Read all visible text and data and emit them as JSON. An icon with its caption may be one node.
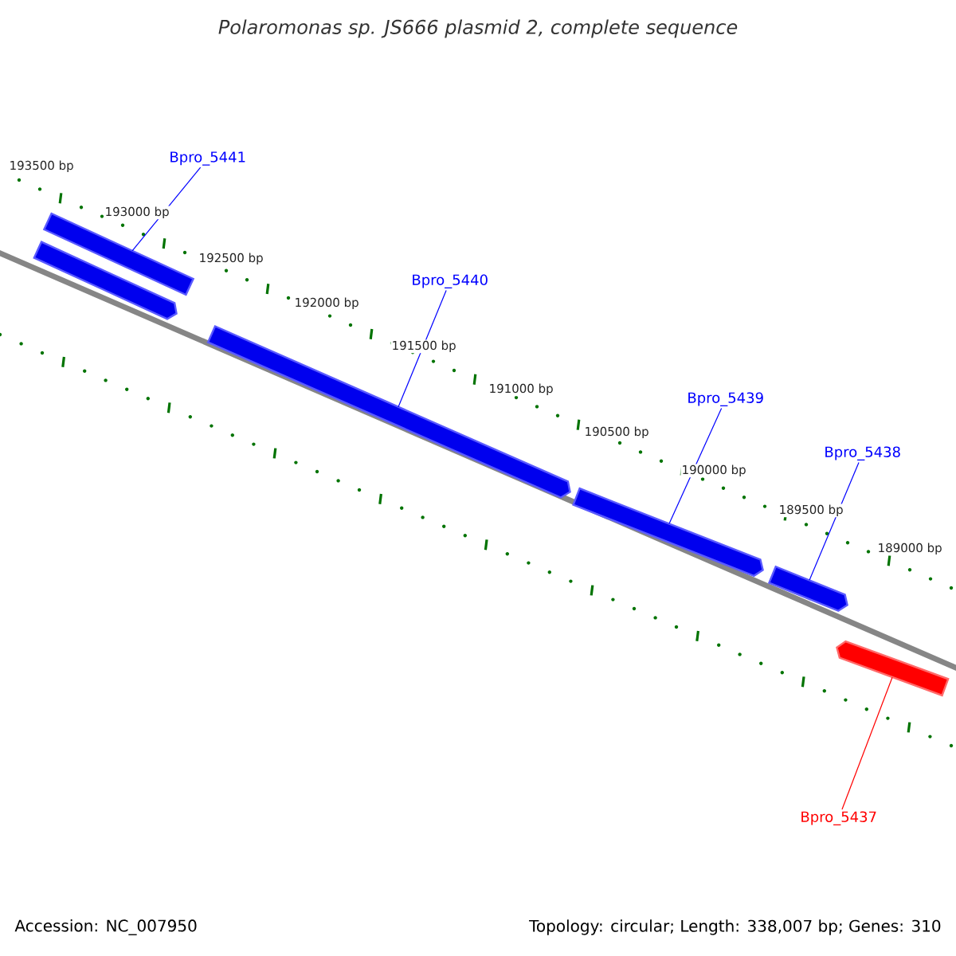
{
  "diagram": {
    "title": "Polaromonas sp. JS666 plasmid 2, complete sequence",
    "nodes": [
      {
        "text": [
          "Bpro_5441"
        ]
      },
      {
        "text": [],
        "shape": "bar"
      },
      {
        "text": [],
        "shape": "bar"
      },
      {
        "text": [
          "Bpro_5440"
        ]
      },
      {
        "text": [],
        "shape": "bar"
      },
      {
        "text": [
          "Bpro_5439"
        ]
      },
      {
        "text": [],
        "shape": "bar"
      },
      {
        "text": [
          "Bpro_5438"
        ]
      },
      {
        "text": [],
        "shape": "bar"
      },
      {
        "text": [],
        "shape": "bar"
      },
      {
        "text": [
          "Bpro_5437"
        ]
      }
    ],
    "edges": [
      {
        "from": 0,
        "to": 1,
        "arrow": "none"
      },
      {
        "from": 3,
        "to": 4,
        "arrow": "none"
      },
      {
        "from": 5,
        "to": 6,
        "arrow": "none"
      },
      {
        "from": 7,
        "to": 8,
        "arrow": "none"
      },
      {
        "from": 10,
        "to": 9,
        "arrow": "none",
        "color": "#ff0000"
      }
    ],
    "labels": [
      "193500 bp",
      "193000 bp",
      "192500 bp",
      "192000 bp",
      "191500 bp",
      "191000 bp",
      "190500 bp",
      "190000 bp",
      "189500 bp",
      "189000 bp",
      "Accession: NC_007950",
      "Topology: circular; Length: 338,007 bp; Genes: 310"
    ]
  }
}
